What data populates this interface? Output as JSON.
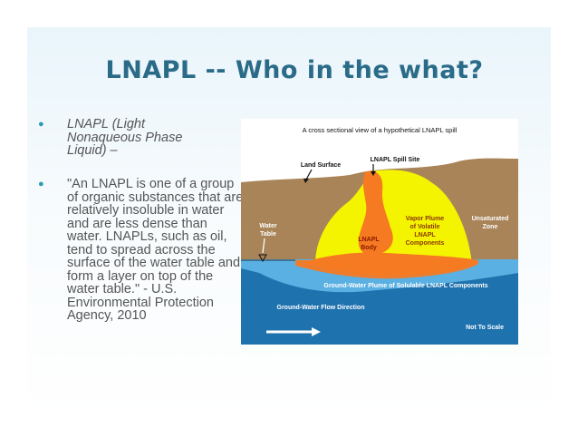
{
  "slide": {
    "title": "LNAPL -- Who in the what?",
    "bullets": [
      "LNAPL (Light Nonaqueous Phase Liquid) –",
      "\"An LNAPL is one of a group of organic substances that are relatively insoluble in water and are less dense than water. LNAPLs, such as oil, tend to spread across the surface of the water table and form a layer on top of the water table.\" - U.S. Environmental Protection Agency, 2010"
    ],
    "bullet_icon": "circle-bullet-icon"
  },
  "diagram": {
    "caption": "A cross sectional view of a hypothetical LNAPL spill",
    "labels": {
      "land_surface": "Land Surface",
      "spill_site": "LNAPL Spill Site",
      "water_table_1": "Water",
      "water_table_2": "Table",
      "unsaturated_1": "Unsaturated",
      "unsaturated_2": "Zone",
      "vapor_1": "Vapor Plume",
      "vapor_2": "of Volatile",
      "vapor_3": "LNAPL",
      "vapor_4": "Components",
      "body_1": "LNAPL",
      "body_2": "Body",
      "gw_plume": "Ground-Water Plume of Solulable LNAPL Components",
      "flow": "Ground-Water Flow Direction",
      "scale": "Not To Scale"
    },
    "colors": {
      "soil": "#a88458",
      "vapor": "#f4f400",
      "lnapl": "#f57a22",
      "groundwater": "#1e72ae",
      "water_light": "#5ab0e2",
      "sky": "#ffffff"
    }
  }
}
